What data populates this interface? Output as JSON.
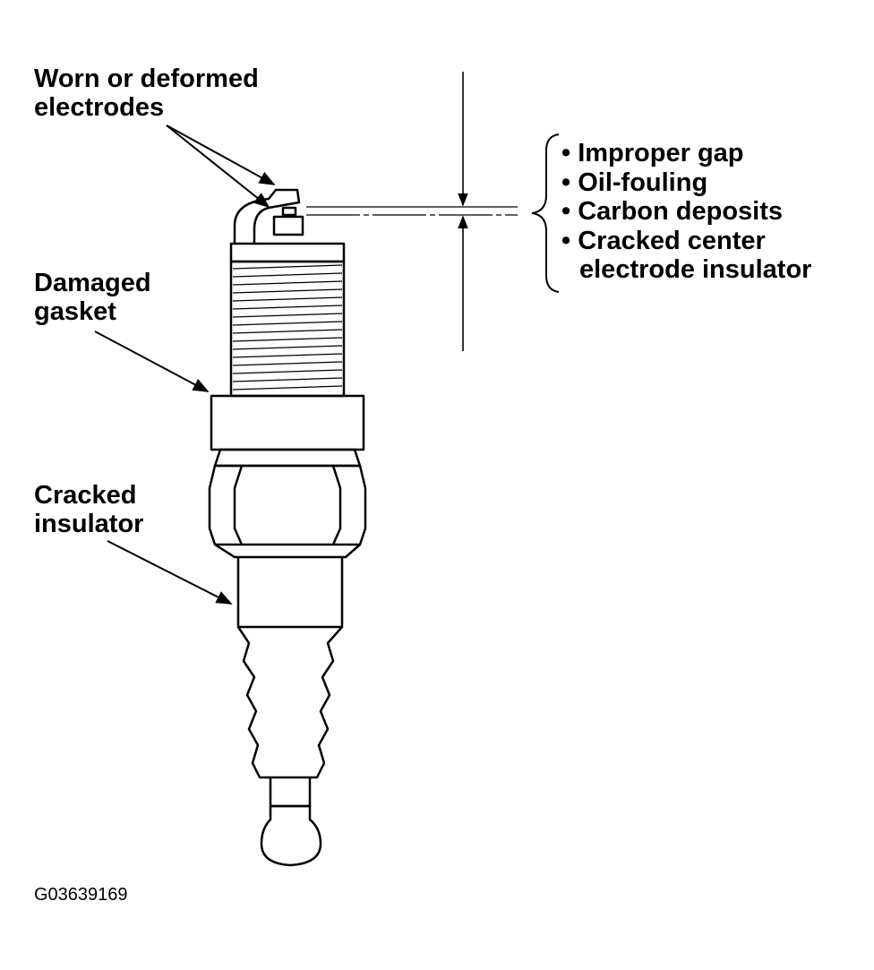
{
  "labels": {
    "worn_line1": "Worn or deformed",
    "worn_line2": "electrodes",
    "gasket_line1": "Damaged",
    "gasket_line2": "gasket",
    "insulator_line1": "Cracked",
    "insulator_line2": "insulator"
  },
  "gap_issues": [
    "• Improper gap",
    "• Oil-fouling",
    "• Carbon deposits",
    "• Cracked center",
    "electrode insulator"
  ],
  "figure_id": "G03639169"
}
